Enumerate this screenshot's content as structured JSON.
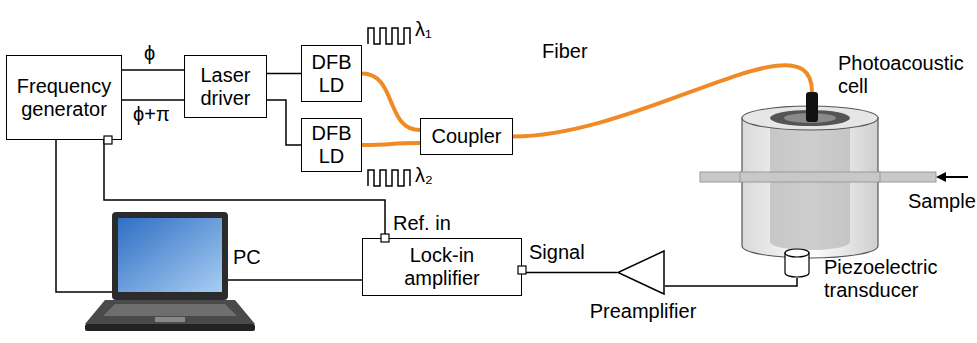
{
  "diagram": {
    "nodes": [
      {
        "text": [
          "Frequency generator"
        ]
      },
      {
        "text": [
          "Laser driver"
        ]
      },
      {
        "text": [
          "DFB LD"
        ]
      },
      {
        "text": [
          "DFB LD"
        ]
      },
      {
        "text": [
          "Coupler"
        ]
      },
      {
        "text": [
          "Photoacoustic cell"
        ]
      },
      {
        "text": [
          "Piezoelectric transducer"
        ]
      },
      {
        "text": [
          "Preamplifier"
        ]
      },
      {
        "text": [
          "Lock-in amplifier"
        ]
      },
      {
        "text": [
          "PC"
        ]
      }
    ],
    "edges": [
      {
        "from": 0,
        "to": 1,
        "label": "ϕ",
        "arrow": "none"
      },
      {
        "from": 0,
        "to": 1,
        "label": "ϕ+π",
        "arrow": "none"
      },
      {
        "from": 0,
        "to": 8,
        "arrow": "none"
      },
      {
        "from": 1,
        "to": 2,
        "arrow": "none"
      },
      {
        "from": 1,
        "to": 3,
        "arrow": "none"
      },
      {
        "from": 2,
        "to": 4,
        "arrow": "none"
      },
      {
        "from": 3,
        "to": 4,
        "arrow": "none"
      },
      {
        "from": 4,
        "to": 5,
        "label": "Fiber",
        "arrow": "none"
      },
      {
        "from": 6,
        "to": 7,
        "arrow": "none"
      },
      {
        "from": 7,
        "to": 8,
        "arrow": "none"
      },
      {
        "from": 0,
        "to": 9,
        "arrow": "none"
      },
      {
        "from": 9,
        "to": 8,
        "arrow": "none"
      }
    ],
    "labels": [
      "λ₁",
      "λ₂",
      "Ref. in",
      "Signal",
      "Sample"
    ]
  }
}
